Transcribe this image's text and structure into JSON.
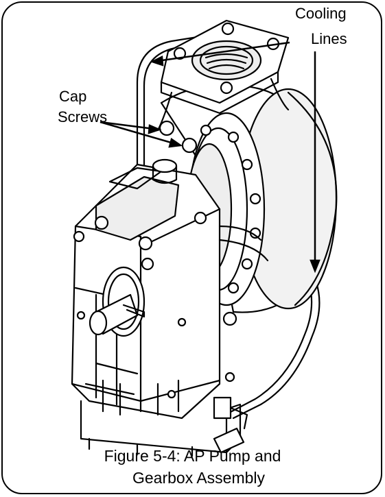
{
  "labels": {
    "cap_screws_line1": "Cap",
    "cap_screws_line2": "Screws",
    "cooling_lines_line1": "Cooling",
    "cooling_lines_line2": "Lines"
  },
  "caption": {
    "line1": "Figure 5-4: AP Pump and",
    "line2": "Gearbox Assembly"
  },
  "colors": {
    "line": "#000000",
    "fill": "#ffffff",
    "shade": "#e8e8e8"
  }
}
